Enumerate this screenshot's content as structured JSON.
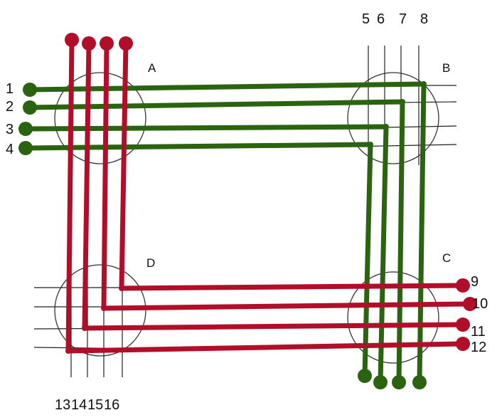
{
  "colors": {
    "green_wire": "#2a6410",
    "red_wire": "#b10e2a",
    "grid_line": "#222222",
    "circle": "#333333"
  },
  "zones": [
    "A",
    "B",
    "C",
    "D"
  ],
  "green_numbers": [
    "1",
    "2",
    "3",
    "4",
    "5",
    "6",
    "7",
    "8"
  ],
  "red_numbers": [
    "9",
    "10",
    "11",
    "12",
    "13",
    "14",
    "15",
    "16"
  ]
}
